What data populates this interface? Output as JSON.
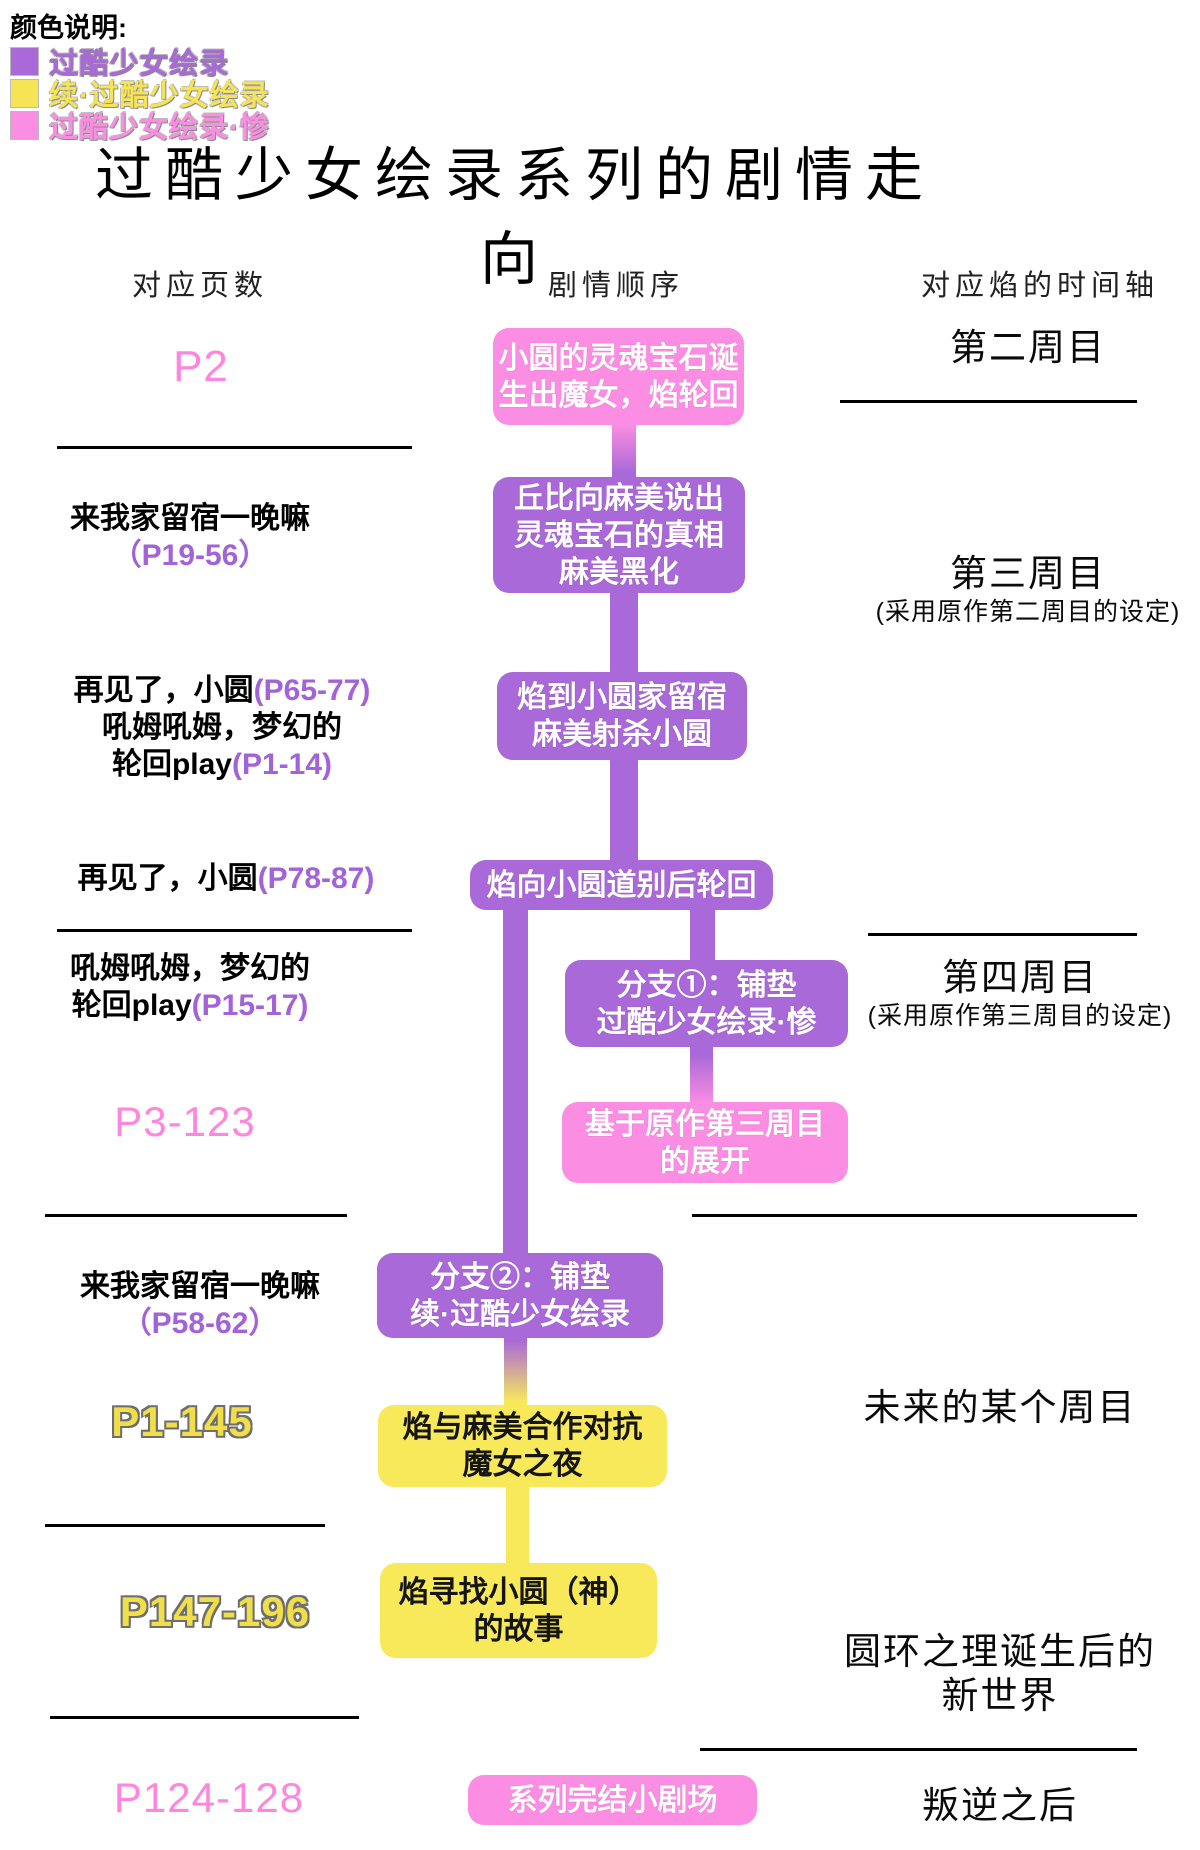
{
  "colors": {
    "purple": "#a969d8",
    "yellow": "#f8e95b",
    "pink": "#fb8de2",
    "purple_text": "#a263d8",
    "pink_text": "#ff85dd",
    "yellow_text": "#f0df4a"
  },
  "legend": {
    "title": "颜色说明:",
    "items": [
      {
        "label": "过酷少女绘录",
        "color": "#a969d8"
      },
      {
        "label": "续·过酷少女绘录",
        "color": "#f6e455"
      },
      {
        "label": "过酷少女绘录·惨",
        "color": "#fb8de2"
      }
    ]
  },
  "title": "过酷少女绘录系列的剧情走向",
  "columns": {
    "left": "对应页数",
    "center": "剧情顺序",
    "right": "对应焰的时间轴"
  },
  "flow": {
    "boxes": [
      {
        "lines": [
          "小圆的灵魂宝石诞",
          "生出魔女，焰轮回"
        ]
      },
      {
        "lines": [
          "丘比向麻美说出",
          "灵魂宝石的真相",
          "麻美黑化"
        ]
      },
      {
        "lines": [
          "焰到小圆家留宿",
          "麻美射杀小圆"
        ]
      },
      {
        "lines": [
          "焰向小圆道别后轮回"
        ]
      },
      {
        "lines": [
          "分支①：铺垫",
          "过酷少女绘录·惨"
        ]
      },
      {
        "lines": [
          "基于原作第三周目",
          "的展开"
        ]
      },
      {
        "lines": [
          "分支②：铺垫",
          "续·过酷少女绘录"
        ]
      },
      {
        "lines": [
          "焰与麻美合作对抗",
          "魔女之夜"
        ]
      },
      {
        "lines": [
          "焰寻找小圆（神）",
          "的故事"
        ]
      },
      {
        "lines": [
          "系列完结小剧场"
        ]
      }
    ]
  },
  "left_col": {
    "p2": "P2",
    "w1": {
      "title": "来我家留宿一晚嘛",
      "pages": "（P19-56）"
    },
    "w2": [
      {
        "t": "再见了，小圆",
        "p": "(P65-77)"
      },
      {
        "t": "吼姆吼姆，梦幻的",
        "p": ""
      },
      {
        "t": "轮回play",
        "p": "(P1-14)"
      }
    ],
    "w3": {
      "t": "再见了，小圆",
      "p": "(P78-87)"
    },
    "w4": [
      {
        "t": "吼姆吼姆，梦幻的",
        "p": ""
      },
      {
        "t": "轮回play",
        "p": "(P15-17)"
      }
    ],
    "p3123": "P3-123",
    "w5": {
      "title": "来我家留宿一晚嘛",
      "pages": "（P58-62）"
    },
    "p1145": "P1-145",
    "p147196": "P147-196",
    "p124128": "P124-128"
  },
  "right_col": {
    "t1": "第二周目",
    "t2": "第三周目",
    "t2sub": "(采用原作第二周目的设定)",
    "t3": "第四周目",
    "t3sub": "(采用原作第三周目的设定)",
    "t4": "未来的某个周目",
    "t5a": "圆环之理诞生后的",
    "t5b": "新世界",
    "t6": "叛逆之后"
  }
}
